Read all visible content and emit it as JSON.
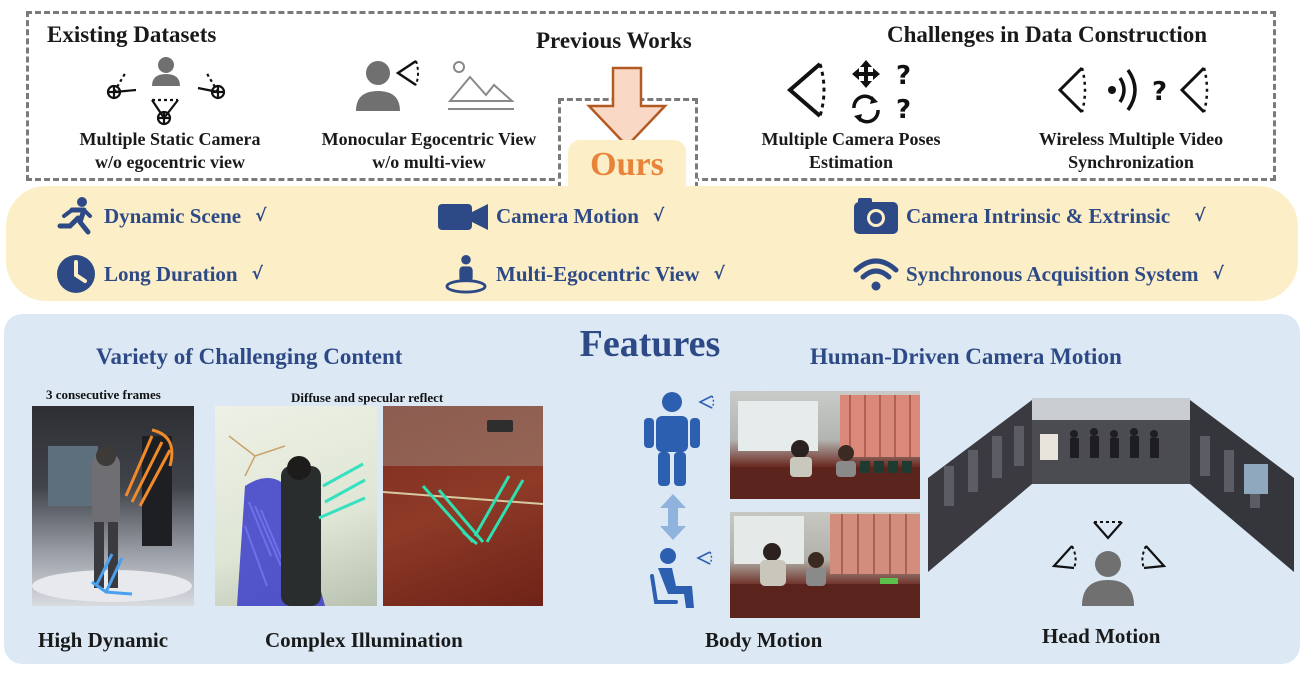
{
  "top": {
    "existing_title": "Existing Datasets",
    "previous_title": "Previous Works",
    "challenges_title": "Challenges in Data Construction",
    "ours_label": "Ours",
    "items": [
      {
        "line1": "Multiple Static Camera",
        "line2": "w/o egocentric view"
      },
      {
        "line1": "Monocular Egocentric View",
        "line2": "w/o multi-view"
      },
      {
        "line1": "Multiple Camera Poses",
        "line2": "Estimation"
      },
      {
        "line1": "Wireless Multiple Video",
        "line2": "Synchronization"
      }
    ]
  },
  "ours_features": [
    {
      "label": "Dynamic Scene",
      "icon": "running-person-icon"
    },
    {
      "label": "Camera Motion",
      "icon": "video-camera-icon"
    },
    {
      "label": "Camera Intrinsic & Extrinsic",
      "icon": "camera-icon"
    },
    {
      "label": "Long Duration",
      "icon": "clock-icon"
    },
    {
      "label": "Multi-Egocentric View",
      "icon": "person-location-icon"
    },
    {
      "label": "Synchronous Acquisition System",
      "icon": "wifi-icon"
    }
  ],
  "check_mark": "√",
  "features": {
    "title": "Features",
    "left_title": "Variety of Challenging Content",
    "right_title": "Human-Driven Camera Motion",
    "frames_note": "3 consecutive frames",
    "reflect_note": "Diffuse and specular reflect",
    "captions": {
      "high_dynamic": "High Dynamic",
      "complex_illumination": "Complex Illumination",
      "body_motion": "Body Motion",
      "head_motion": "Head Motion"
    }
  },
  "colors": {
    "accent_blue": "#2e4a86",
    "ours_orange": "#e8833a",
    "ours_band": "#fcefc7",
    "features_bg": "#dce9f5",
    "dash_gray": "#7a7a7a"
  }
}
